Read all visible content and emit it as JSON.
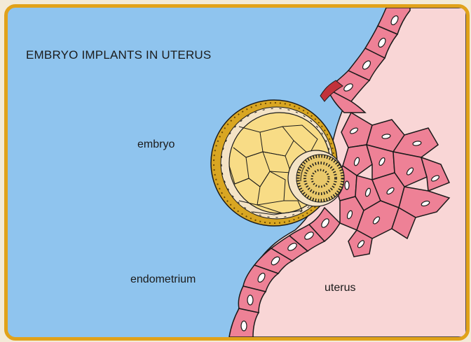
{
  "diagram": {
    "title": "EMBRYO IMPLANTS IN UTERUS",
    "labels": {
      "embryo": "embryo",
      "endometrium": "endometrium",
      "uterus": "uterus"
    }
  },
  "colors": {
    "frame_border": "#e1a21a",
    "background_fluid": "#8fc4ee",
    "uterus_tissue": "#f9d6d6",
    "endometrial_cells": "#ee8196",
    "embryo_cells": "#f8dc86",
    "embryo_shell": "#d9a622"
  }
}
